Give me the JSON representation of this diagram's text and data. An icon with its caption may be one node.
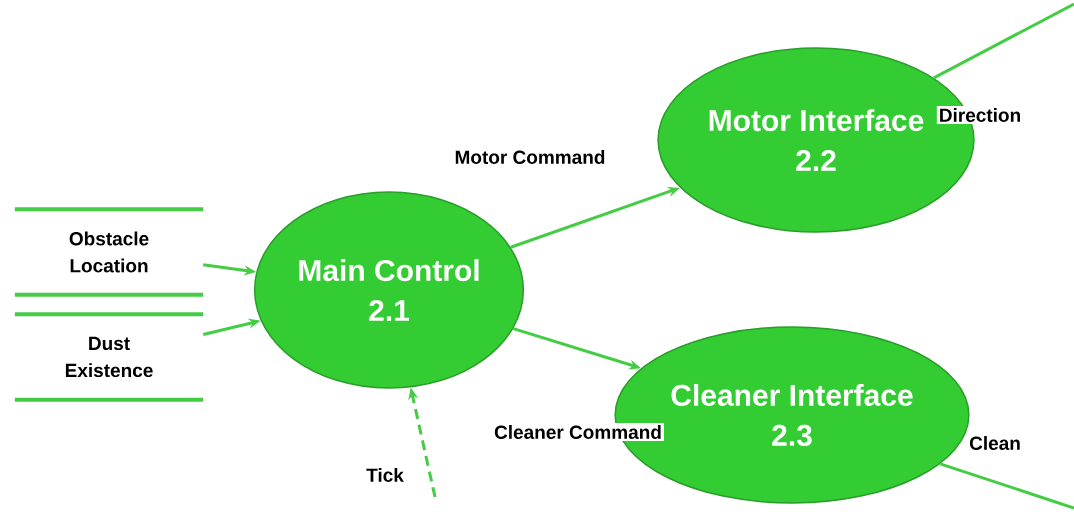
{
  "diagram": {
    "nodes": [
      {
        "text": [
          "Obstacle Location"
        ]
      },
      {
        "text": [
          "Dust Existence"
        ]
      },
      {
        "text": [
          "Main Control",
          "2.1"
        ]
      },
      {
        "text": [
          "Motor Interface",
          "2.2"
        ]
      },
      {
        "text": [
          "Cleaner Interface",
          "2.3"
        ]
      }
    ],
    "edges": [
      {
        "from": 0,
        "to": 2,
        "arrow": "to"
      },
      {
        "from": 1,
        "to": 2,
        "arrow": "to"
      },
      {
        "from": null,
        "to": 2,
        "arrow": "to",
        "label": "Tick",
        "style": "dashed"
      },
      {
        "from": 2,
        "to": 3,
        "arrow": "to",
        "label": "Motor Command"
      },
      {
        "from": 2,
        "to": 4,
        "arrow": "to",
        "label": "Cleaner Command"
      },
      {
        "from": 3,
        "to": null,
        "arrow": "none",
        "label": "Direction"
      },
      {
        "from": 4,
        "to": null,
        "arrow": "none",
        "label": "Clean"
      }
    ]
  }
}
